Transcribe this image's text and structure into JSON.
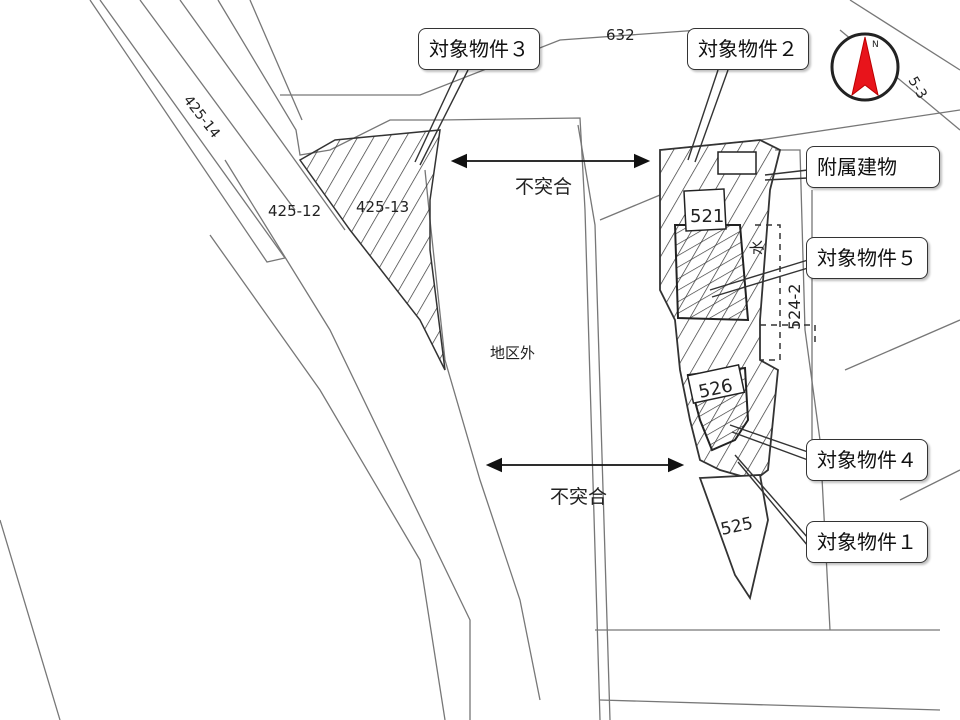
{
  "lot_numbers": {
    "lot_632": "632",
    "lot_425_14": "425-14",
    "lot_425_12": "425-12",
    "lot_425_13": "425-13",
    "lot_5_3": "5-3",
    "lot_521": "521",
    "lot_524_2": "524-2",
    "lot_526": "526",
    "lot_525": "525",
    "water": "水"
  },
  "map_labels": {
    "outside_district": "地区外",
    "mismatch_top": "不突合",
    "mismatch_bottom": "不突合"
  },
  "callouts": {
    "property_3": "対象物件３",
    "property_2": "対象物件２",
    "annex_building": "附属建物",
    "property_5": "対象物件５",
    "property_4": "対象物件４",
    "property_1": "対象物件１"
  },
  "compass": {
    "north_label": "N",
    "needle_color": "#e8141b",
    "icon": "north-arrow-icon"
  }
}
